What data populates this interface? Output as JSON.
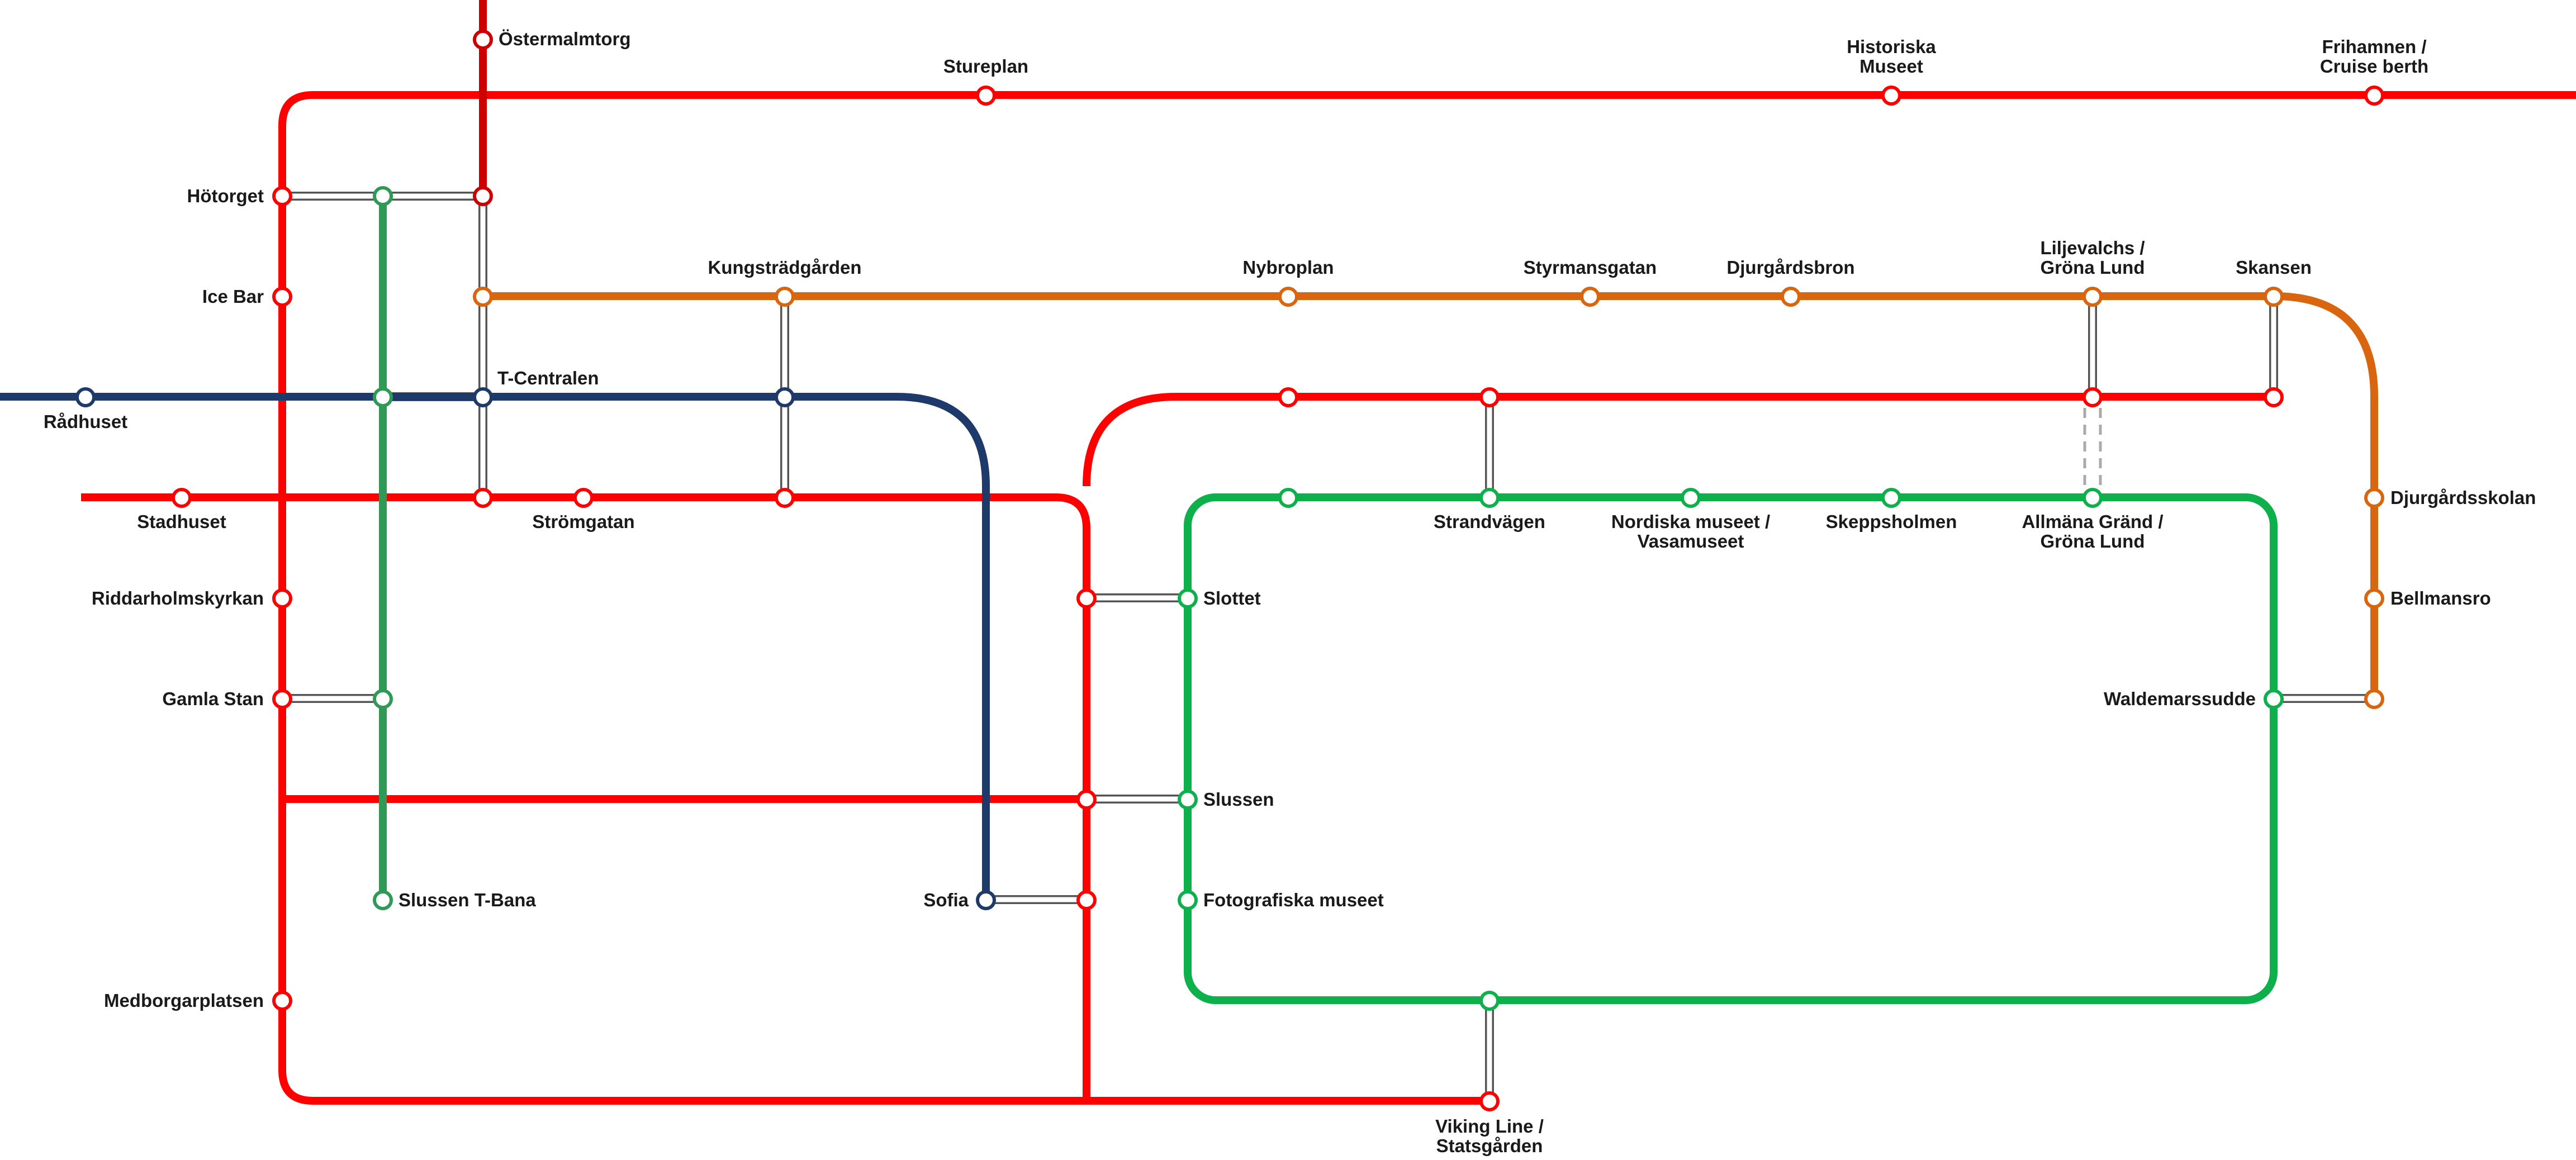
{
  "colors": {
    "red": "#ff0000",
    "dark_red": "#cc0000",
    "orange": "#d9650f",
    "green": "#0db04b",
    "metro_green": "#2e9a56",
    "navy": "#1e3a6a",
    "transfer": "#555555"
  },
  "stations": {
    "ostermalmtorg": "Östermalmtorg",
    "stureplan": "Stureplan",
    "historiska_1": "Historiska",
    "historiska_2": "Museet",
    "frihamnen_1": "Frihamnen /",
    "frihamnen_2": "Cruise berth",
    "hotorget": "Hötorget",
    "ice_bar": "Ice Bar",
    "kungstradgarden": "Kungsträdgården",
    "nybroplan": "Nybroplan",
    "styrmansgatan": "Styrmansgatan",
    "djurgardsbron": "Djurgårdsbron",
    "liljevalchs_1": "Liljevalchs /",
    "liljevalchs_2": "Gröna Lund",
    "skansen": "Skansen",
    "t_centralen": "T-Centralen",
    "radhuset": "Rådhuset",
    "stadhuset": "Stadhuset",
    "stromgatan": "Strömgatan",
    "strandvagen": "Strandvägen",
    "nordiska_1": "Nordiska museet /",
    "nordiska_2": "Vasamuseet",
    "skeppsholmen": "Skeppsholmen",
    "allmana_1": "Allmäna Gränd /",
    "allmana_2": "Gröna Lund",
    "djurgardsskolan": "Djurgårdsskolan",
    "riddarholmskyrkan": "Riddarholmskyrkan",
    "slottet": "Slottet",
    "bellmansro": "Bellmansro",
    "gamla_stan": "Gamla Stan",
    "waldemarssudde": "Waldemarssudde",
    "slussen": "Slussen",
    "slussen_tbana": "Slussen T-Bana",
    "sofia": "Sofia",
    "fotografiska": "Fotografiska museet",
    "medborgarplatsen": "Medborgarplatsen",
    "viking_1": "Viking Line /",
    "viking_2": "Statsgården"
  }
}
